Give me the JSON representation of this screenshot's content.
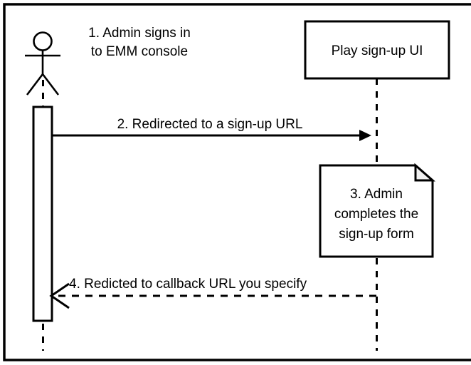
{
  "diagram": {
    "type": "uml-sequence-diagram",
    "frame": {
      "border_color": "#000000",
      "background": "#ffffff"
    },
    "actor": {
      "name": "admin-actor",
      "icon": "stick-figure-icon",
      "label": ""
    },
    "participants": [
      {
        "id": "admin",
        "kind": "actor",
        "label": ""
      },
      {
        "id": "play-signup-ui",
        "kind": "object-box",
        "label": "Play sign-up UI"
      }
    ],
    "annotations": [
      {
        "id": "step1",
        "kind": "free-text",
        "lines": [
          "1. Admin signs in",
          "to EMM console"
        ]
      }
    ],
    "messages": [
      {
        "id": "step2",
        "label": "2. Redirected to a sign-up URL",
        "line_style": "solid",
        "arrow_head": "filled",
        "direction": "right"
      },
      {
        "id": "step4",
        "label": "4. Redicted to callback URL you specify",
        "line_style": "dashed",
        "arrow_head": "open",
        "direction": "left"
      }
    ],
    "notes": [
      {
        "id": "step3",
        "kind": "note-with-folded-corner",
        "lines": [
          "3. Admin",
          "completes the",
          "sign-up form"
        ],
        "fold_color": "#f0f0f0",
        "background": "#ffffff"
      }
    ],
    "activations": [
      {
        "id": "admin-activation",
        "on": "admin",
        "fill": "#ffffff"
      }
    ],
    "colors": {
      "stroke": "#000000",
      "fill": "#ffffff",
      "fold": "#f0f0f0",
      "text_highlight": "#f7f7f7"
    }
  }
}
